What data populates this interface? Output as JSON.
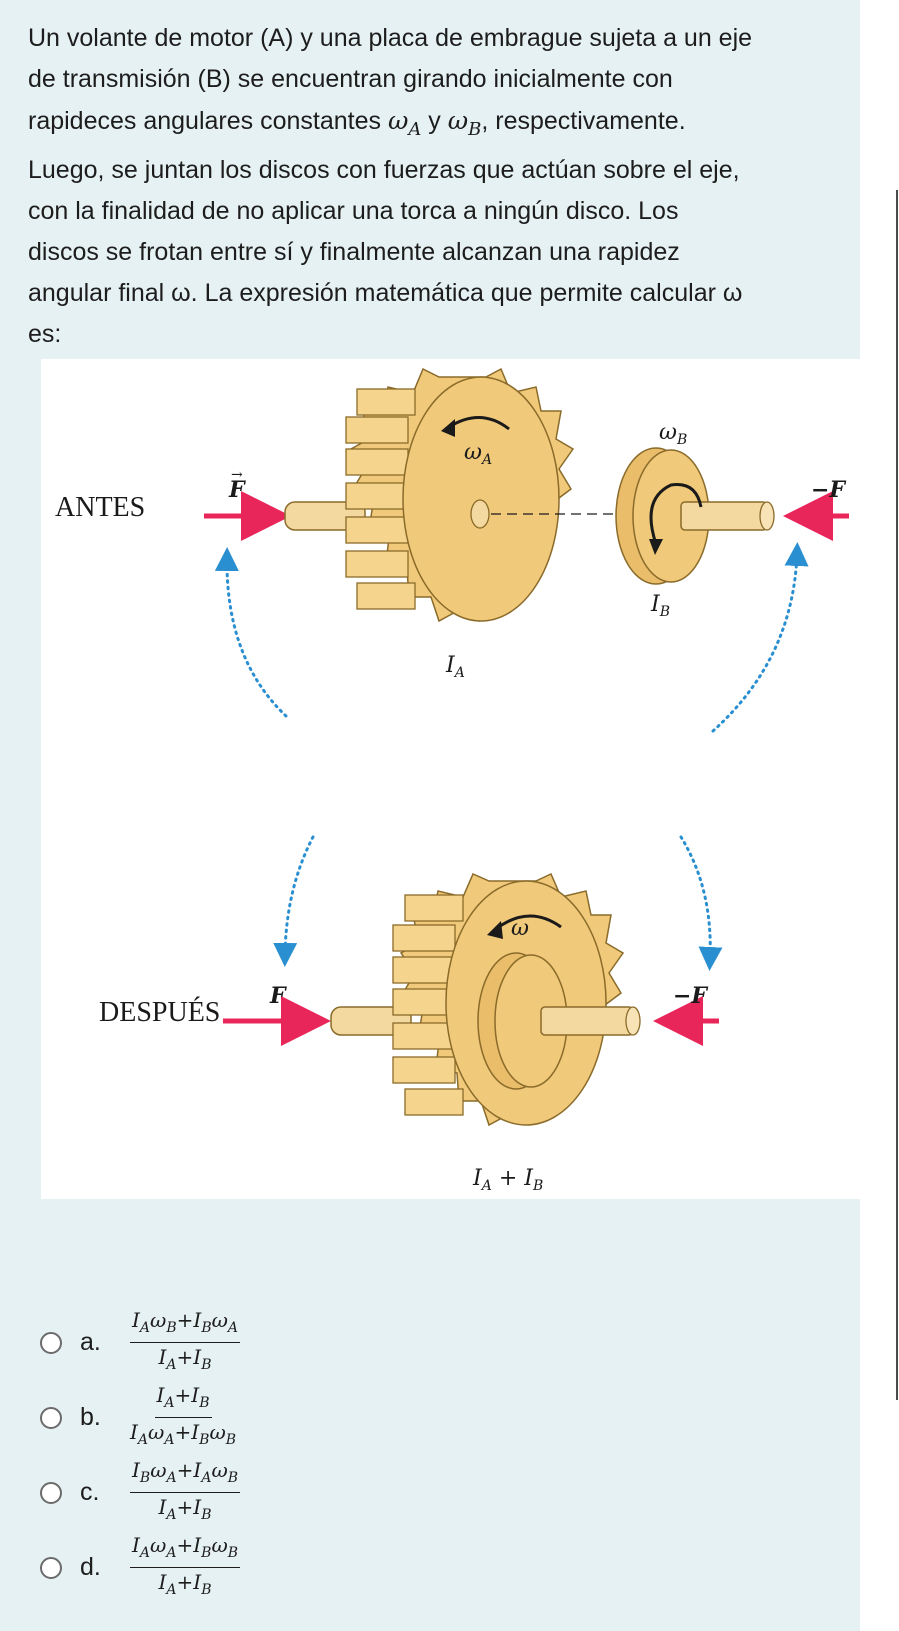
{
  "question": {
    "line1": "Un volante de motor (A) y una placa de embrague sujeta a un eje",
    "line2": "de transmisión (B) se encuentran girando inicialmente con",
    "line3_pre": "rapideces angulares constantes ",
    "omega_A": "ω",
    "sub_A": "A",
    "conj": " y ",
    "omega_B": "ω",
    "sub_B": "B",
    "line3_post": ", respectivamente.",
    "line4": "Luego, se juntan los discos con fuerzas que actúan sobre el eje,",
    "line5": "con la finalidad de no aplicar una torca a ningún disco. Los",
    "line6": "discos se frotan entre sí y finalmente alcanzan una rapidez",
    "line7": "angular final ω. La expresión matemática que permite calcular ω",
    "line8": "es:"
  },
  "figure": {
    "antes": "ANTES",
    "despues": "DESPUÉS",
    "F": "F",
    "minusF": "−F",
    "omegaA": "ω",
    "omegaA_sub": "A",
    "omegaB": "ω",
    "omegaB_sub": "B",
    "IA": "I",
    "IA_sub": "A",
    "IB": "I",
    "IB_sub": "B",
    "omega": "ω",
    "IAplusIB_1": "I",
    "IAplusIB_1_sub": "A",
    "IAplusIB_plus": " + ",
    "IAplusIB_2": "I",
    "IAplusIB_2_sub": "B",
    "colors": {
      "gear": "#f0c97a",
      "gear_dark": "#c99a3d",
      "arrow": "#e8265a",
      "dots": "#2a8fd0"
    }
  },
  "options": [
    {
      "letter": "a.",
      "num": [
        "I",
        "A",
        "ω",
        "B",
        "+I",
        "B",
        "ω",
        "A"
      ],
      "den": [
        "I",
        "A",
        "+I",
        "B"
      ]
    },
    {
      "letter": "b.",
      "num": [
        "I",
        "A",
        "+I",
        "B"
      ],
      "den": [
        "I",
        "A",
        "ω",
        "A",
        "+I",
        "B",
        "ω",
        "B"
      ]
    },
    {
      "letter": "c.",
      "num": [
        "I",
        "B",
        "ω",
        "A",
        "+I",
        "A",
        "ω",
        "B"
      ],
      "den": [
        "I",
        "A",
        "+I",
        "B"
      ]
    },
    {
      "letter": "d.",
      "num": [
        "I",
        "A",
        "ω",
        "A",
        "+I",
        "B",
        "ω",
        "B"
      ],
      "den": [
        "I",
        "A",
        "+I",
        "B"
      ]
    }
  ]
}
